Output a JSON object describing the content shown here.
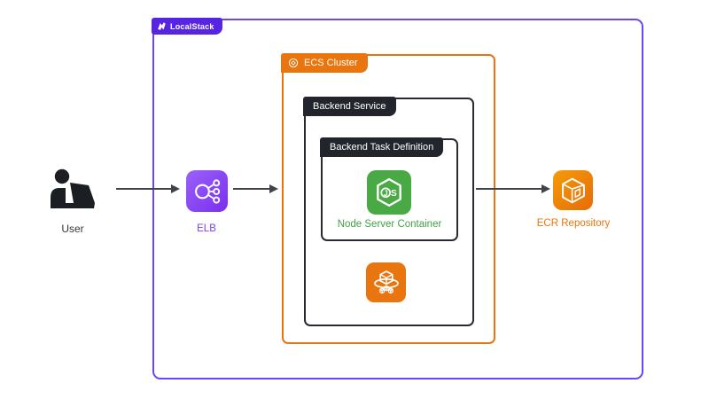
{
  "title": "LocalStack ECS architecture diagram",
  "containers": {
    "localstack": {
      "label": "LocalStack",
      "border_color": "#6b46f2",
      "tab_color": "#5724e3"
    },
    "ecs_cluster": {
      "label": "ECS Cluster",
      "color": "#e8750d"
    },
    "backend_service": {
      "label": "Backend Service",
      "color": "#22262c"
    },
    "backend_task_definition": {
      "label": "Backend Task Definition",
      "color": "#22262c"
    }
  },
  "nodes": {
    "user": {
      "label": "User",
      "label_color": "#33373d",
      "icon": "user-at-laptop-icon"
    },
    "elb": {
      "label": "ELB",
      "label_color": "#7b3ff2",
      "icon": "elastic-load-balancing-icon",
      "icon_color": "#8c4fff"
    },
    "node_server": {
      "label": "Node Server Container",
      "label_color": "#43a047",
      "icon": "nodejs-icon",
      "icon_color": "#49a945"
    },
    "ecs_service": {
      "icon": "ecs-service-icon",
      "icon_color": "#e8750d"
    },
    "ecr": {
      "label": "ECR Repository",
      "label_color": "#e8750d",
      "icon": "ecr-repository-icon",
      "icon_color": "#ed7100"
    }
  },
  "arrows": [
    {
      "from": "user",
      "to": "elb"
    },
    {
      "from": "elb",
      "to": "ecs_cluster"
    },
    {
      "from": "backend_service",
      "to": "ecr"
    }
  ],
  "colors": {
    "arrow": "#3f444b",
    "background": "#ffffff"
  }
}
